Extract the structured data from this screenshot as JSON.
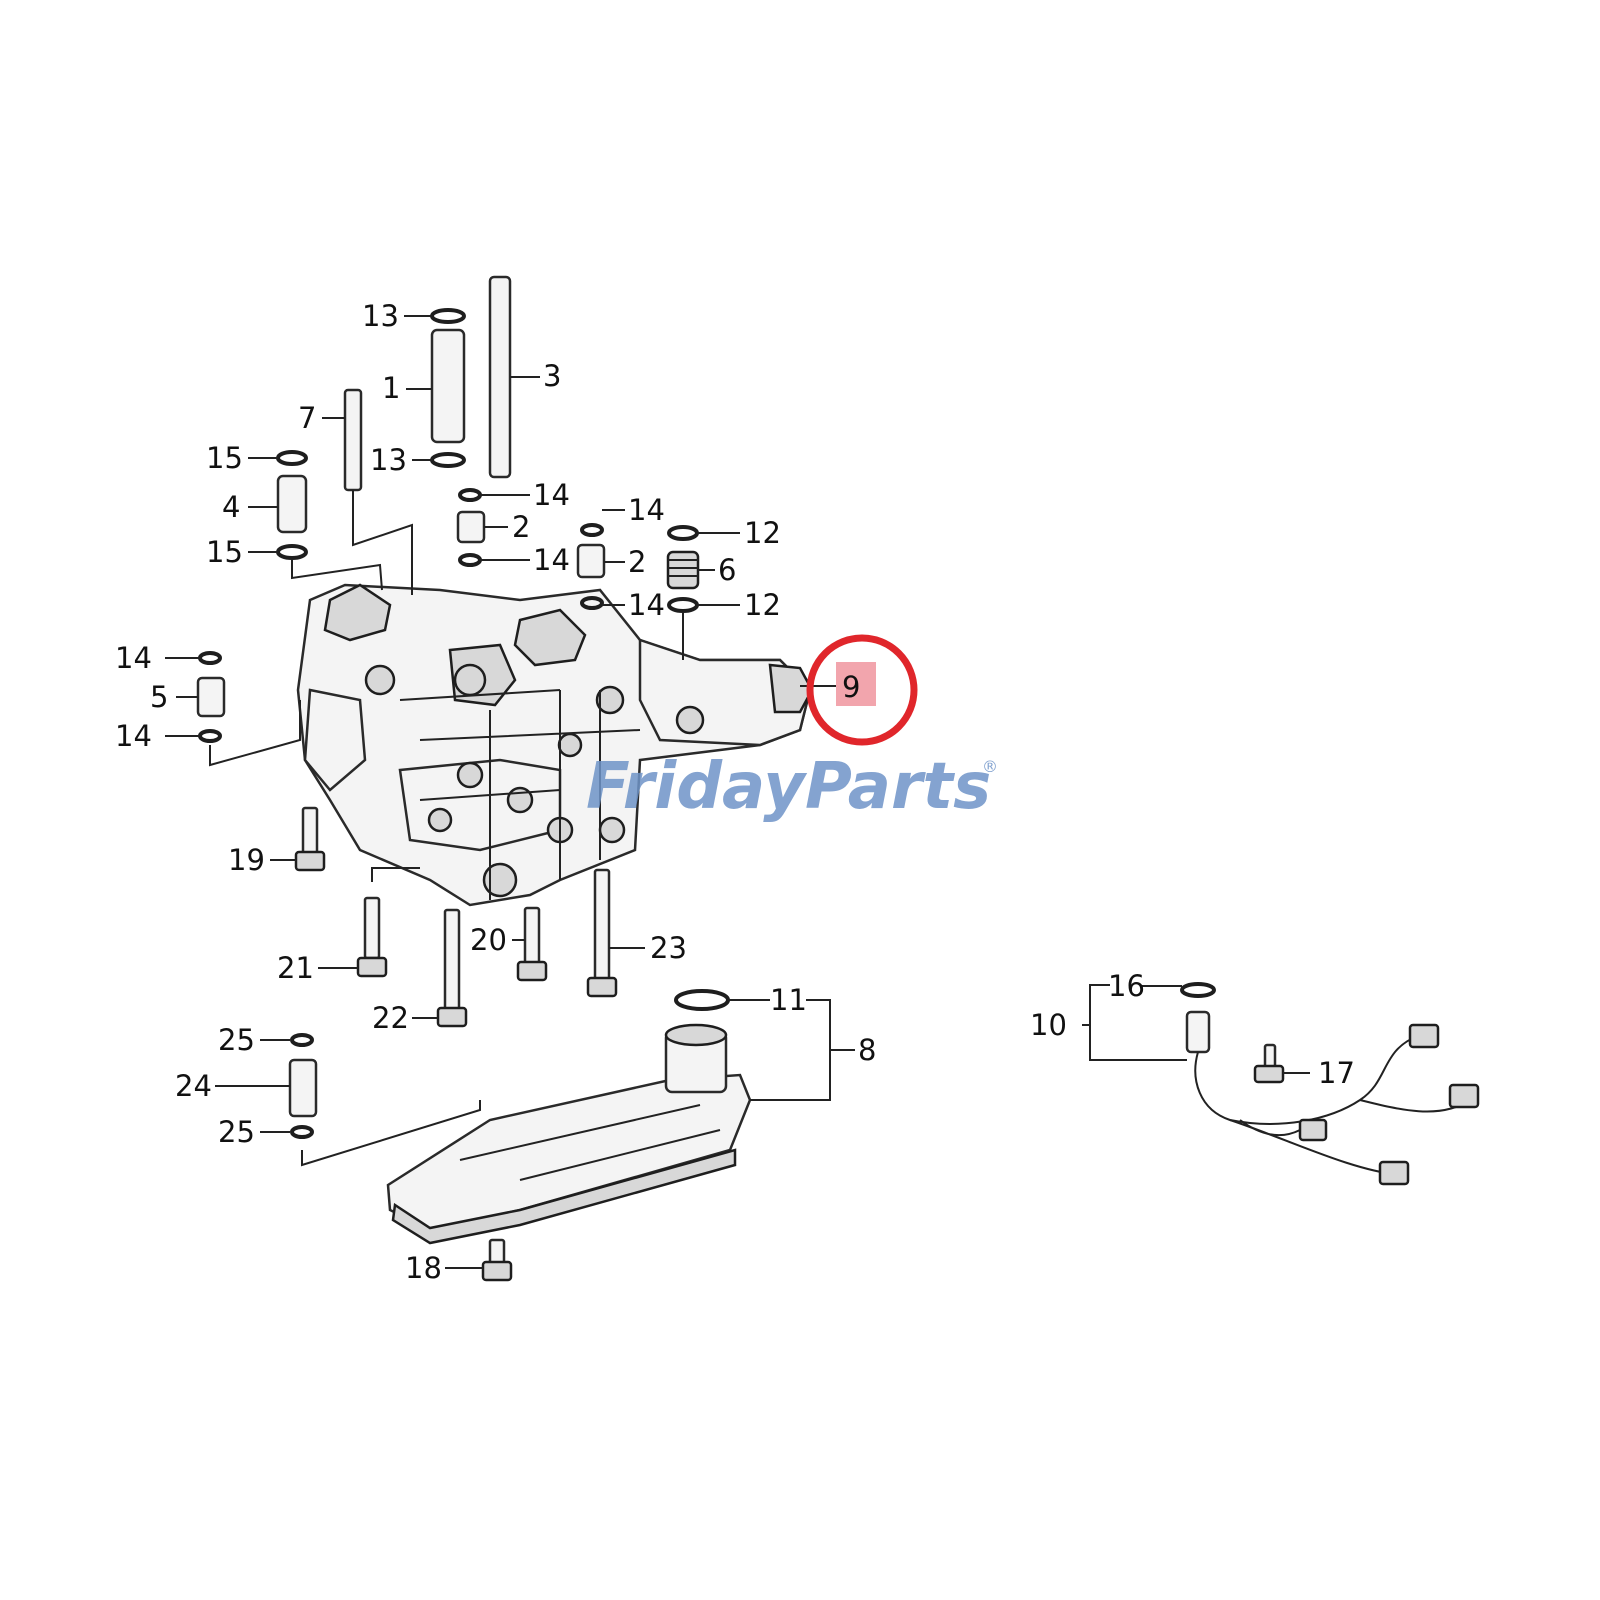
{
  "diagram": {
    "callouts": [
      {
        "id": "c13a",
        "text": "13"
      },
      {
        "id": "c1",
        "text": "1"
      },
      {
        "id": "c3",
        "text": "3"
      },
      {
        "id": "c7",
        "text": "7"
      },
      {
        "id": "c13b",
        "text": "13"
      },
      {
        "id": "c15a",
        "text": "15"
      },
      {
        "id": "c4",
        "text": "4"
      },
      {
        "id": "c15b",
        "text": "15"
      },
      {
        "id": "c14a",
        "text": "14"
      },
      {
        "id": "c2a",
        "text": "2"
      },
      {
        "id": "c14b",
        "text": "14"
      },
      {
        "id": "c14c",
        "text": "14"
      },
      {
        "id": "c2b",
        "text": "2"
      },
      {
        "id": "c14d",
        "text": "14"
      },
      {
        "id": "c12a",
        "text": "12"
      },
      {
        "id": "c6",
        "text": "6"
      },
      {
        "id": "c12b",
        "text": "12"
      },
      {
        "id": "c9",
        "text": "9"
      },
      {
        "id": "c14e",
        "text": "14"
      },
      {
        "id": "c5",
        "text": "5"
      },
      {
        "id": "c14f",
        "text": "14"
      },
      {
        "id": "c19",
        "text": "19"
      },
      {
        "id": "c20",
        "text": "20"
      },
      {
        "id": "c23",
        "text": "23"
      },
      {
        "id": "c21",
        "text": "21"
      },
      {
        "id": "c22",
        "text": "22"
      },
      {
        "id": "c11",
        "text": "11"
      },
      {
        "id": "c8",
        "text": "8"
      },
      {
        "id": "c25a",
        "text": "25"
      },
      {
        "id": "c24",
        "text": "24"
      },
      {
        "id": "c25b",
        "text": "25"
      },
      {
        "id": "c18",
        "text": "18"
      },
      {
        "id": "c16",
        "text": "16"
      },
      {
        "id": "c10",
        "text": "10"
      },
      {
        "id": "c17",
        "text": "17"
      }
    ],
    "highlight": {
      "callout": "9",
      "ring_color": "#e0262b",
      "fill_color": "#f2a5ad"
    }
  },
  "watermark": {
    "word1": "Friday",
    "word2": "Parts",
    "mark": "®",
    "color_main": "#6f94c8",
    "color_accent": "#f0b069"
  }
}
